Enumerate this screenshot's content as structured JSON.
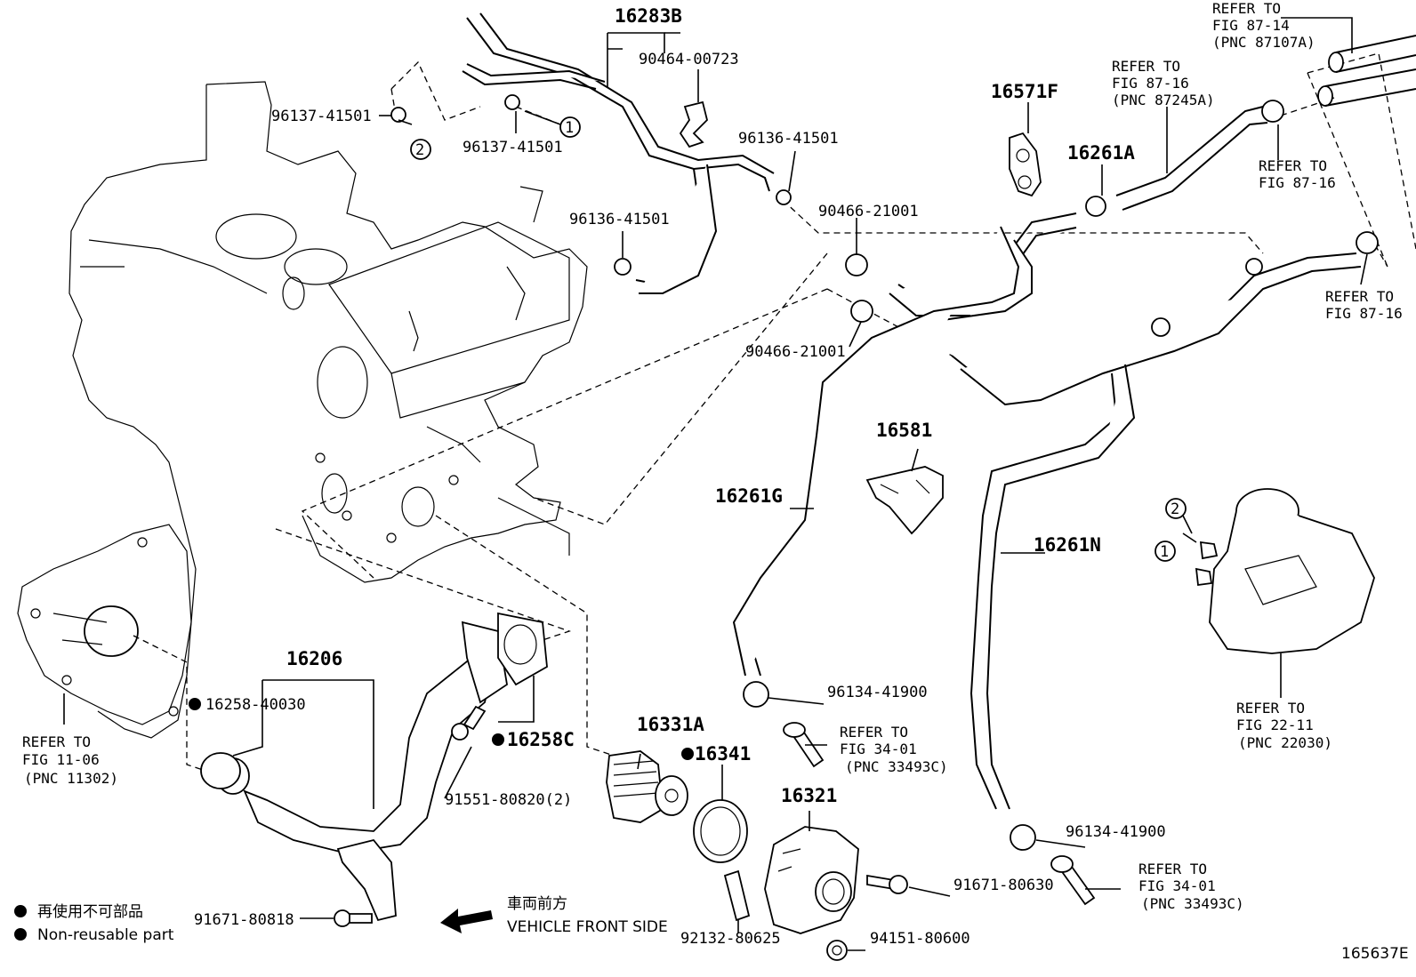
{
  "labels": {
    "p16283B": "16283B",
    "p90464_00723": "90464-00723",
    "p96137_41501_a": "96137-41501",
    "p96137_41501_b": "96137-41501",
    "p96136_41501_a": "96136-41501",
    "p96136_41501_b": "96136-41501",
    "p90466_21001_a": "90466-21001",
    "p90466_21001_b": "90466-21001",
    "p16571F": "16571F",
    "p16261A": "16261A",
    "p16581": "16581",
    "p16261G": "16261G",
    "p16261N": "16261N",
    "p16206": "16206",
    "p16258_40030": "16258-40030",
    "p16258C": "16258C",
    "p91551_80820": "91551-80820(2)",
    "p16331A": "16331A",
    "p16341": "16341",
    "p16321": "16321",
    "p96134_41900_a": "96134-41900",
    "p96134_41900_b": "96134-41900",
    "p91671_80630": "91671-80630",
    "p91671_80818": "91671-80818",
    "p92132_80625": "92132-80625",
    "p94151_80600": "94151-80600"
  },
  "references": {
    "ref_87_14": [
      "REFER TO",
      "FIG 87-14",
      "(PNC 87107A)"
    ],
    "ref_87_16_a": [
      "REFER TO",
      "FIG 87-16",
      "(PNC 87245A)"
    ],
    "ref_87_16_b": [
      "REFER TO",
      "FIG 87-16"
    ],
    "ref_87_16_c": [
      "REFER TO",
      "FIG 87-16"
    ],
    "ref_11_06": [
      "REFER TO",
      "FIG 11-06",
      "(PNC 11302)"
    ],
    "ref_22_11": [
      "REFER TO",
      "FIG 22-11",
      "(PNC 22030)"
    ],
    "ref_34_01_a": [
      "REFER TO",
      "FIG 34-01",
      "(PNC 33493C)"
    ],
    "ref_34_01_b": [
      "REFER TO",
      "FIG 34-01",
      "(PNC 33493C)"
    ]
  },
  "callouts": {
    "c1": "1",
    "c2": "2"
  },
  "direction": {
    "jp": "車両前方",
    "en": "VEHICLE FRONT SIDE"
  },
  "legend": {
    "jp": "再使用不可部品",
    "en": "Non-reusable part"
  },
  "diagram_id": "165637E"
}
